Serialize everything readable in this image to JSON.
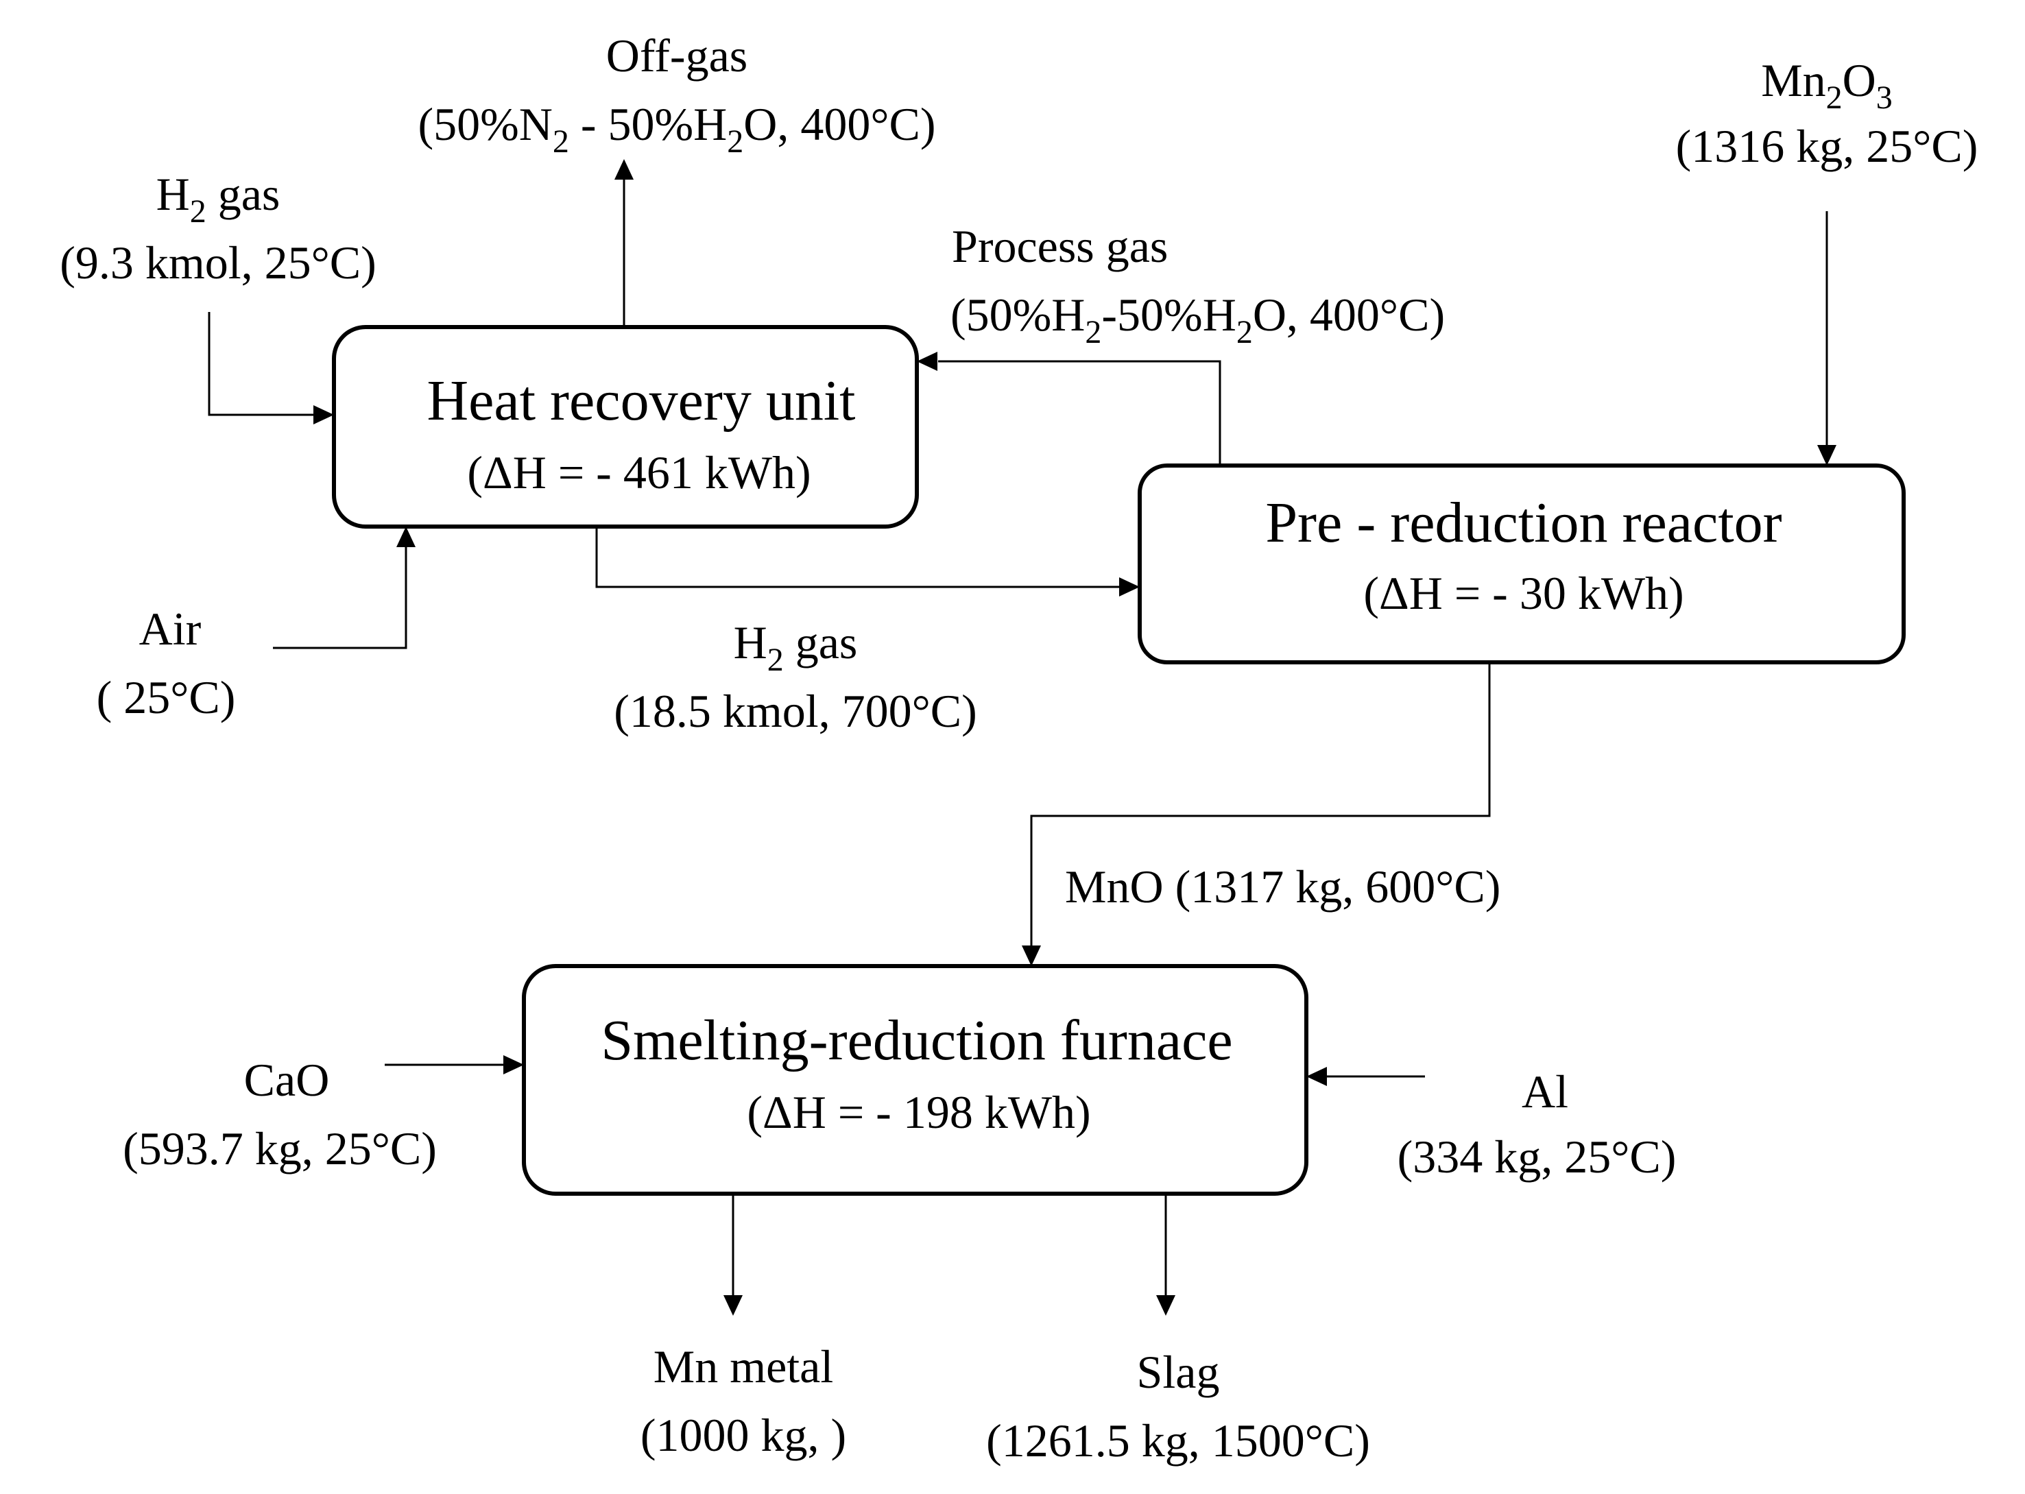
{
  "units": {
    "heat_recovery": {
      "title": "Heat recovery unit",
      "dh": "(ΔH = - 461 kWh)"
    },
    "pre_reduction": {
      "title": "Pre - reduction reactor",
      "dh": "(ΔH = - 30 kWh)"
    },
    "smelting": {
      "title": "Smelting-reduction furnace",
      "dh": "(ΔH = - 198 kWh)"
    }
  },
  "streams": {
    "offgas": {
      "name": "Off-gas",
      "a": "(50%N",
      "s1": "2",
      "b": " - 50%H",
      "s2": "2",
      "c": "O, 400°C)"
    },
    "h2_feed": {
      "n1": "H",
      "ns": "2",
      "n2": " gas",
      "detail": "(9.3 kmol, 25°C)"
    },
    "process_gas": {
      "name": "Process gas",
      "a": "(50%H",
      "s1": "2",
      "b": "-50%H",
      "s2": "2",
      "c": "O, 400°C)"
    },
    "mn2o3": {
      "n1": "Mn",
      "ns1": "2",
      "n2": "O",
      "ns2": "3",
      "detail": "(1316 kg, 25°C)"
    },
    "air": {
      "name": "Air",
      "detail": "( 25°C)"
    },
    "h2_hot": {
      "n1": "H",
      "ns": "2",
      "n2": " gas",
      "detail": "(18.5 kmol, 700°C)"
    },
    "mno": {
      "label": "MnO (1317 kg, 600°C)"
    },
    "cao": {
      "name": "CaO",
      "detail": "(593.7 kg, 25°C)"
    },
    "al": {
      "name": "Al",
      "detail": "(334 kg, 25°C)"
    },
    "mn_metal": {
      "name": "Mn metal",
      "detail": "(1000 kg, )"
    },
    "slag": {
      "name": "Slag",
      "detail": "(1261.5 kg, 1500°C)"
    }
  }
}
